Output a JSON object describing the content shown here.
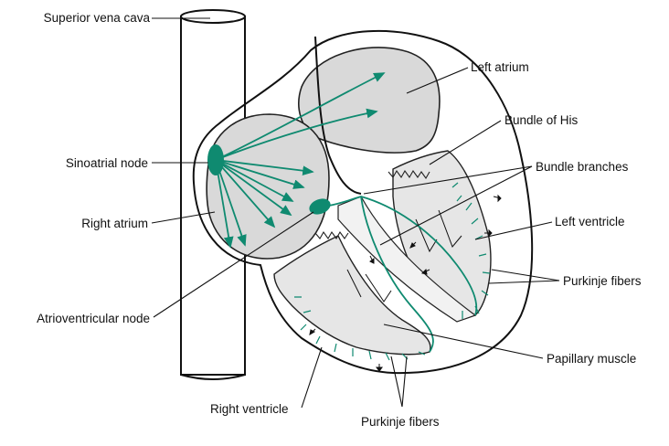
{
  "labels": {
    "superior_vena_cava": "Superior vena cava",
    "sinoatrial_node": "Sinoatrial node",
    "right_atrium": "Right atrium",
    "atrioventricular_node": "Atrioventricular node",
    "right_ventricle": "Right ventricle",
    "left_atrium": "Left atrium",
    "bundle_of_his": "Bundle of His",
    "bundle_branches": "Bundle branches",
    "left_ventricle": "Left ventricle",
    "purkinje_fibers_right": "Purkinje fibers",
    "papillary_muscle": "Papillary muscle",
    "purkinje_fibers_bottom": "Purkinje fibers"
  },
  "colors": {
    "conduction": "#0f8a70",
    "chamber_fill": "#d9d9d9",
    "outline": "#111111",
    "background": "#ffffff"
  }
}
